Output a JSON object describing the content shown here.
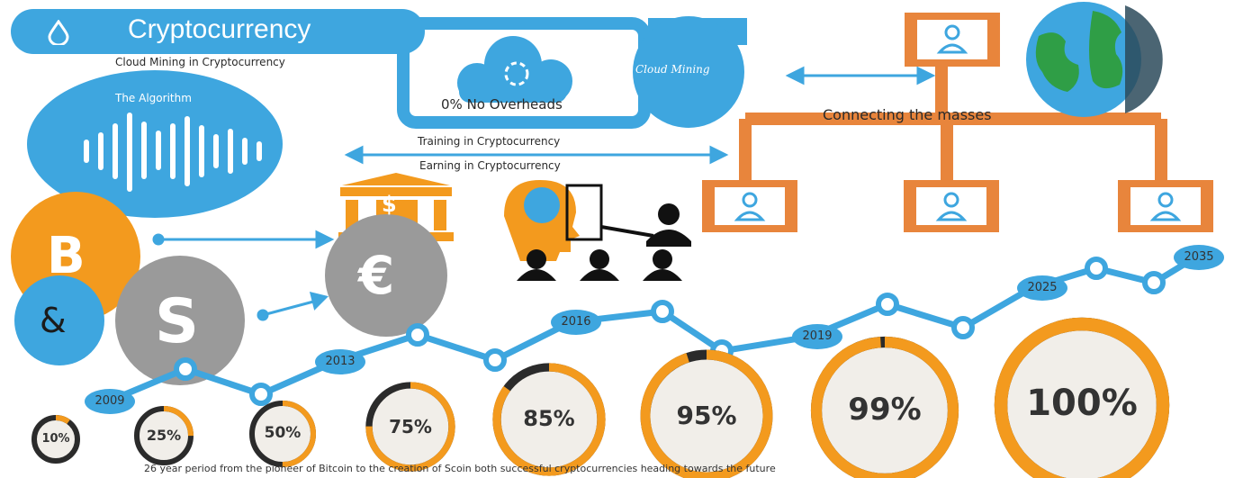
{
  "title": "Cryptocurrency",
  "subtitle": "Cloud Mining in Cryptocurrency",
  "algorithm_label": "The Algorithm",
  "overheads_label": "0% No Overheads",
  "cloud_mining_label": "Cloud Mining",
  "connecting_label": "Connecting the masses",
  "training_label": "Training in Cryptocurrency",
  "earning_label": "Earning in Cryptocurrency",
  "ampersand": "&",
  "bitcoin_symbol": "B",
  "dollar_symbol": "S",
  "euro_symbol": "€",
  "bank_symbol": "$",
  "timeline_years": [
    "2009",
    "2013",
    "2016",
    "2019",
    "2025",
    "2035"
  ],
  "progress_rings": [
    {
      "label": "10%",
      "value": 10
    },
    {
      "label": "25%",
      "value": 25
    },
    {
      "label": "50%",
      "value": 50
    },
    {
      "label": "75%",
      "value": 75
    },
    {
      "label": "85%",
      "value": 85
    },
    {
      "label": "95%",
      "value": 95
    },
    {
      "label": "99%",
      "value": 99
    },
    {
      "label": "100%",
      "value": 100
    }
  ],
  "footer": "26 year period from the pioneer of Bitcoin to the creation of Scoin both successful cryptocurrencies heading towards the future",
  "colors": {
    "blue": "#3ea6df",
    "orange": "#f39a1e",
    "gray": "#9a9a9a",
    "dark": "#2b2b2b"
  }
}
